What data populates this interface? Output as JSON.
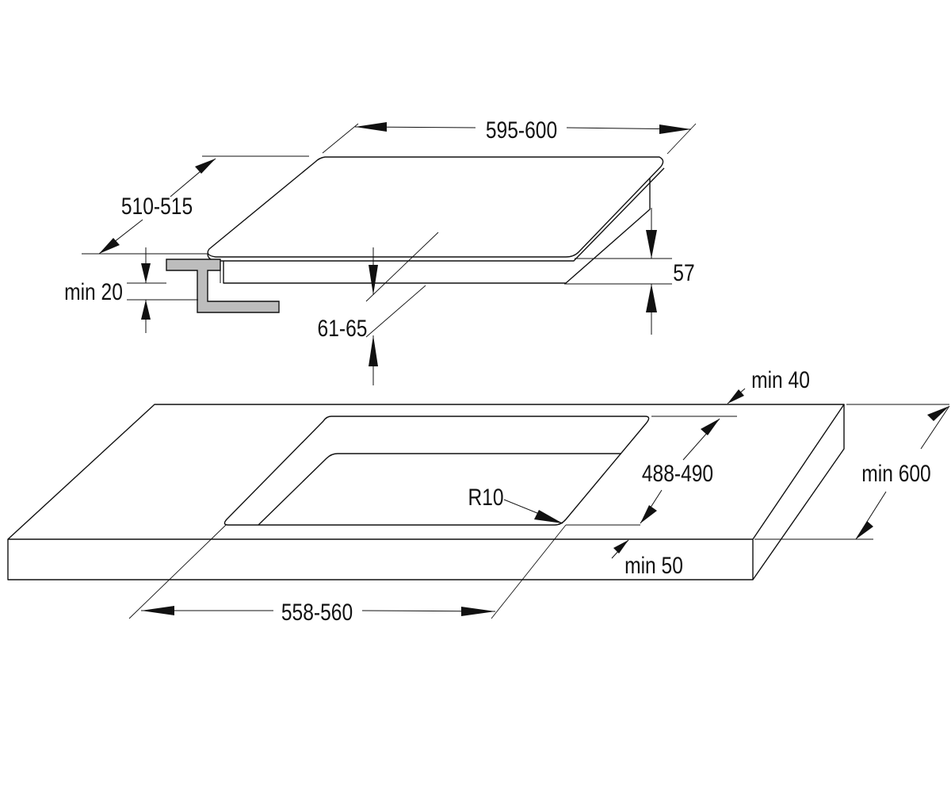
{
  "dimensions": {
    "hob_width": "595-600",
    "hob_depth": "510-515",
    "hob_height": "57",
    "worktop_min_thickness": "min 20",
    "installation_depth": "61-65",
    "cutout_front_clearance_min": "min 40",
    "cutout_depth": "488-490",
    "corner_radius": "R10",
    "worktop_depth_min": "min 600",
    "cutout_back_clearance_min": "min 50",
    "cutout_width": "558-560"
  },
  "colors": {
    "line": "#111111",
    "bracket_fill": "#bdbdbd",
    "background": "#ffffff"
  }
}
